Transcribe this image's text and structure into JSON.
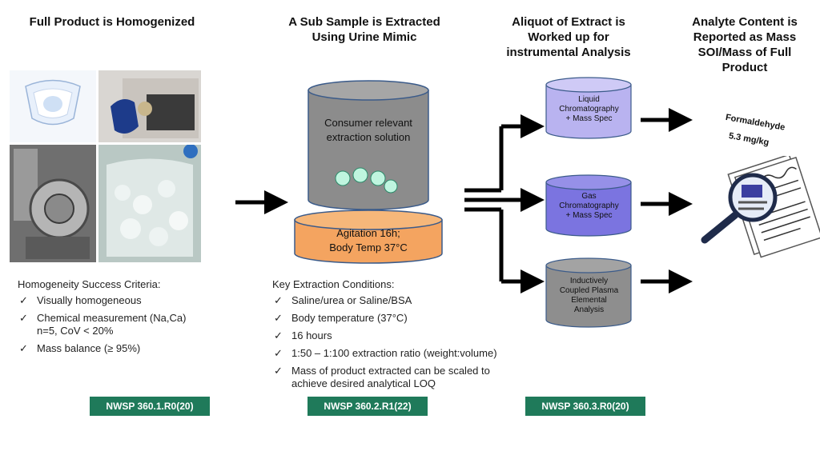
{
  "columns": [
    {
      "title": "Full Product is Homogenized"
    },
    {
      "title": "A Sub Sample is Extracted\nUsing Urine Mimic"
    },
    {
      "title": "Aliquot of Extract is\nWorked up for\ninstrumental Analysis"
    },
    {
      "title": "Analyte Content is\nReported as Mass\nSOI/Mass of Full\nProduct"
    }
  ],
  "homogeneity": {
    "heading": "Homogeneity Success Criteria:",
    "items": [
      "Visually homogeneous",
      "Chemical measurement (Na,Ca)\nn=5, CoV < 20%",
      "Mass balance (≥ 95%)"
    ]
  },
  "extraction": {
    "vessel_label": "Consumer relevant\nextraction solution",
    "base_label": "Agitation 16h;\nBody Temp 37°C",
    "heading": "Key Extraction Conditions:",
    "items": [
      "Saline/urea or Saline/BSA",
      "Body temperature (37°C)",
      "16 hours",
      "1:50 – 1:100 extraction ratio (weight:volume)",
      "Mass of product extracted can be scaled to\nachieve desired analytical LOQ"
    ]
  },
  "analysis": {
    "methods": [
      {
        "label": "Liquid\nChromatography\n+ Mass Spec",
        "color": "#b9b3f0"
      },
      {
        "label": "Gas\nChromatography\n+ Mass Spec",
        "color": "#7b74e0"
      },
      {
        "label": "Inductively\nCoupled Plasma\nElemental\nAnalysis",
        "color": "#8e8e8e"
      }
    ]
  },
  "result": {
    "analyte": "Formaldehyde",
    "value": "5.3 mg/kg"
  },
  "badges": [
    "NWSP 360.1.R0(20)",
    "NWSP 360.2.R1(22)",
    "NWSP 360.3.R0(20)"
  ],
  "check_symbol": "✓",
  "colors": {
    "badge": "#1f7a5a",
    "vessel": "#8c8c8c",
    "base": "#f4a460",
    "arrow": "#000000"
  }
}
